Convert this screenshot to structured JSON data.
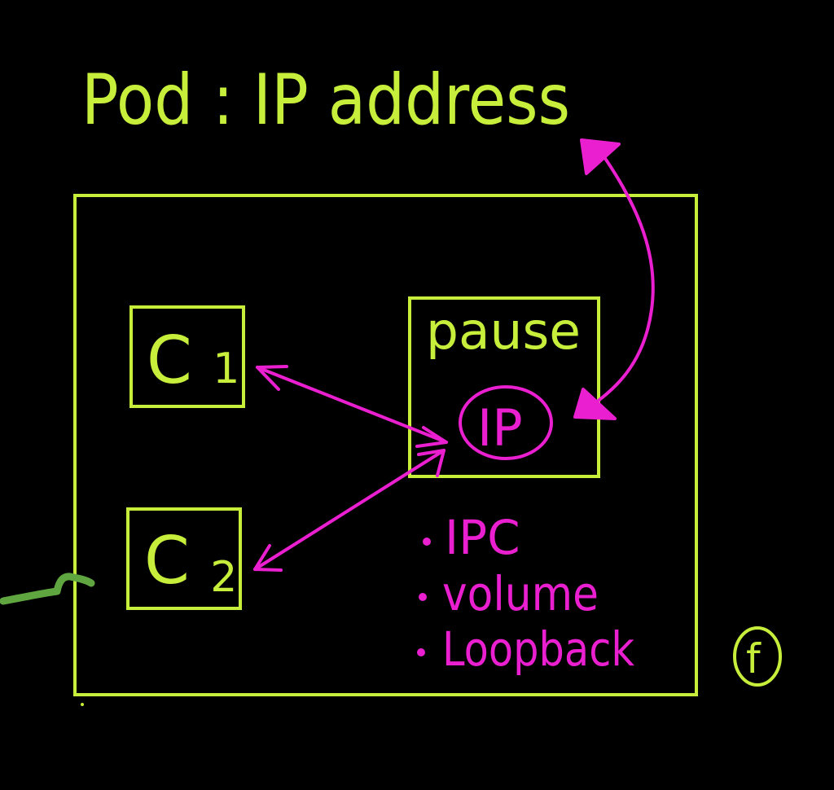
{
  "title": "Pod : IP address",
  "pod": {
    "containers": [
      {
        "label": "C",
        "subscript": "1"
      },
      {
        "label": "C",
        "subscript": "2"
      }
    ],
    "pause": {
      "label": "pause",
      "ip_label": "IP"
    }
  },
  "shared_items": [
    "IPC",
    "volume",
    "Loopback"
  ],
  "corner_badge": "f",
  "colors": {
    "background": "#000000",
    "green": "#c6ee3b",
    "magenta": "#ea1fd0",
    "dark_green": "#5fa640"
  }
}
